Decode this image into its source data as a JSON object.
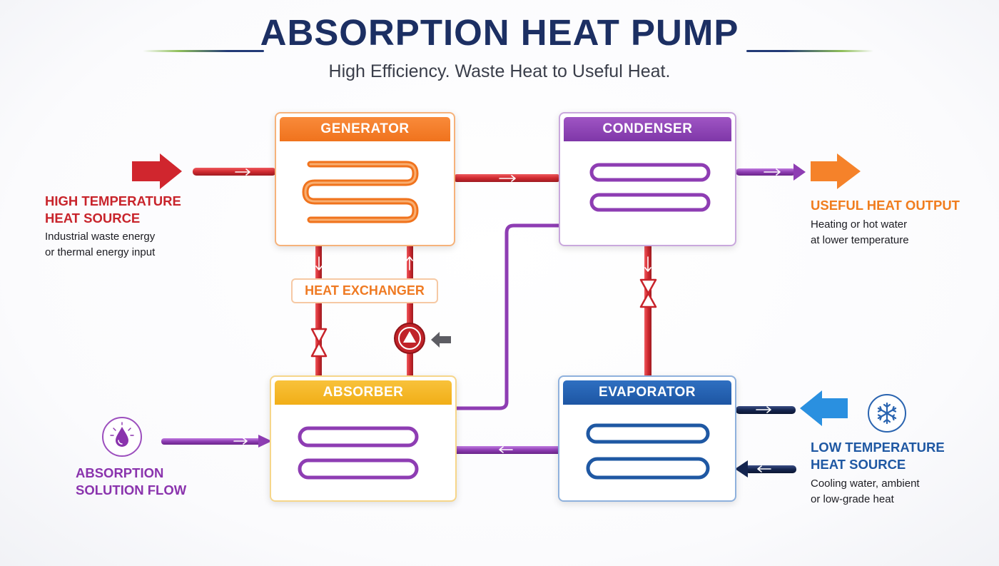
{
  "title": "ABSORPTION HEAT PUMP",
  "subtitle": "High Efficiency. Waste Heat to Useful Heat.",
  "components": {
    "generator": "GENERATOR",
    "condenser": "CONDENSER",
    "absorber": "ABSORBER",
    "evaporator": "EVAPORATOR",
    "heat_exchanger": "HEAT EXCHANGER"
  },
  "high_temp_source": {
    "title": "HIGH TEMPERATURE\nHEAT SOURCE",
    "description": "Industrial waste energy\nor thermal energy input"
  },
  "useful_heat_output": {
    "title": "USEFUL HEAT OUTPUT",
    "description": "Heating or hot water\nat lower temperature"
  },
  "low_temp_source": {
    "title": "LOW TEMPERATURE\nHEAT SOURCE",
    "description": "Cooling water, ambient\nor low-grade heat"
  },
  "absorption_solution_flow": {
    "title": "ABSORPTION\nSOLUTION FLOW"
  },
  "icons": {
    "input_arrow": "arrow-right-icon",
    "output_arrow": "arrow-right-icon",
    "low_temp_arrow": "arrow-left-icon",
    "pump": "pump-icon",
    "pump_arrow": "arrow-left-icon",
    "expansion_valves": "valve-icon",
    "drop": "droplet-icon",
    "snowflake": "snowflake-icon"
  },
  "colors": {
    "title": "#1c2f63",
    "hot": "#c8242b",
    "orange": "#f0731d",
    "purple": "#8a33ad",
    "yellow": "#f1ae17",
    "blue": "#1f58a3",
    "navy": "#14254f"
  }
}
